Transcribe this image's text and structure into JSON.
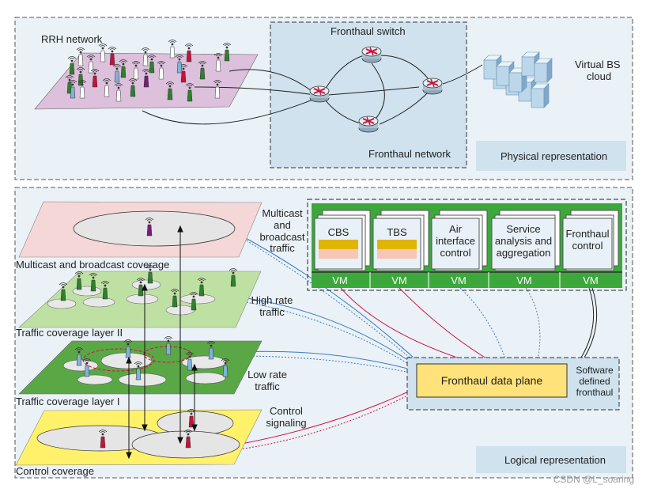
{
  "physical": {
    "rrh_network_label": "RRH network",
    "fronthaul_switch_label": "Fronthaul switch",
    "fronthaul_network_label": "Fronthaul network",
    "virtual_bs_cloud_line1": "Virtual BS",
    "virtual_bs_cloud_line2": "cloud",
    "representation_label": "Physical representation"
  },
  "logical": {
    "layers": {
      "multicast_label": "Multicast and broadcast coverage",
      "traffic2_label": "Traffic coverage layer II",
      "traffic1_label": "Traffic coverage layer I",
      "control_label": "Control coverage"
    },
    "traffic_labels": {
      "multicast_line1": "Multicast",
      "multicast_line2": "and",
      "multicast_line3": "broadcast",
      "multicast_line4": "traffic",
      "high_rate_line1": "High rate",
      "high_rate_line2": "traffic",
      "low_rate_line1": "Low rate",
      "low_rate_line2": "traffic",
      "control_line1": "Control",
      "control_line2": "signaling"
    },
    "vm_blocks": [
      {
        "line1": "CBS",
        "line2": "",
        "line3": "",
        "vm": "VM"
      },
      {
        "line1": "TBS",
        "line2": "",
        "line3": "",
        "vm": "VM"
      },
      {
        "line1": "Air",
        "line2": "interface",
        "line3": "control",
        "vm": "VM"
      },
      {
        "line1": "Service",
        "line2": "analysis and",
        "line3": "aggregation",
        "vm": "VM"
      },
      {
        "line1": "Fronthaul",
        "line2": "control",
        "line3": "",
        "vm": "VM"
      }
    ],
    "data_plane_label": "Fronthaul data plane",
    "sdf_line1": "Software",
    "sdf_line2": "defined",
    "sdf_line3": "fronthaul",
    "representation_label": "Logical representation"
  },
  "watermark": "CSDN @L_soaring",
  "colors": {
    "rrh_plane": "#dcc0dc",
    "multicast_plane": "#f5d7d7",
    "traffic2_plane": "#bfe0a3",
    "traffic1_plane": "#5aa845",
    "control_plane": "#fff26a",
    "fronthaul_panel": "#d0e3ef",
    "data_plane": "#ffe27a",
    "vm_bar": "#3ca83c",
    "link_blue": "#3a79c4",
    "link_red": "#d0124a"
  }
}
